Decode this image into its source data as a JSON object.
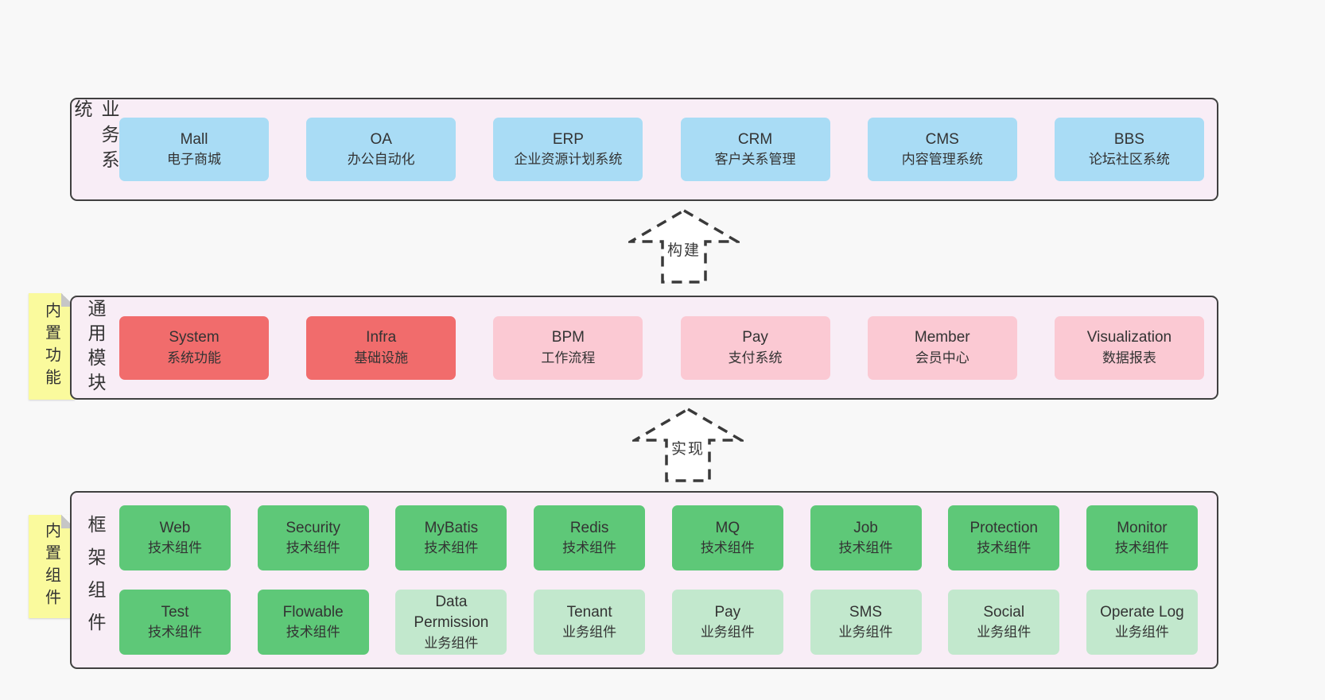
{
  "diagram": {
    "layers": [
      {
        "side_label": "业务系统",
        "boxes": [
          {
            "title": "Mall",
            "subtitle": "电子商城"
          },
          {
            "title": "OA",
            "subtitle": "办公自动化"
          },
          {
            "title": "ERP",
            "subtitle": "企业资源计划系统"
          },
          {
            "title": "CRM",
            "subtitle": "客户关系管理"
          },
          {
            "title": "CMS",
            "subtitle": "内容管理系统"
          },
          {
            "title": "BBS",
            "subtitle": "论坛社区系统"
          }
        ]
      },
      {
        "side_label": "通用模块",
        "sticky_note": "内置功能",
        "boxes": [
          {
            "title": "System",
            "subtitle": "系统功能"
          },
          {
            "title": "Infra",
            "subtitle": "基础设施"
          },
          {
            "title": "BPM",
            "subtitle": "工作流程"
          },
          {
            "title": "Pay",
            "subtitle": "支付系统"
          },
          {
            "title": "Member",
            "subtitle": "会员中心"
          },
          {
            "title": "Visualization",
            "subtitle": "数据报表"
          }
        ]
      },
      {
        "side_label": "框架组件",
        "sticky_note": "内置组件",
        "rows": [
          [
            {
              "title": "Web",
              "subtitle": "技术组件"
            },
            {
              "title": "Security",
              "subtitle": "技术组件"
            },
            {
              "title": "MyBatis",
              "subtitle": "技术组件"
            },
            {
              "title": "Redis",
              "subtitle": "技术组件"
            },
            {
              "title": "MQ",
              "subtitle": "技术组件"
            },
            {
              "title": "Job",
              "subtitle": "技术组件"
            },
            {
              "title": "Protection",
              "subtitle": "技术组件"
            },
            {
              "title": "Monitor",
              "subtitle": "技术组件"
            }
          ],
          [
            {
              "title": "Test",
              "subtitle": "技术组件"
            },
            {
              "title": "Flowable",
              "subtitle": "技术组件"
            },
            {
              "title": "Data Permission",
              "subtitle": "业务组件"
            },
            {
              "title": "Tenant",
              "subtitle": "业务组件"
            },
            {
              "title": "Pay",
              "subtitle": "业务组件"
            },
            {
              "title": "SMS",
              "subtitle": "业务组件"
            },
            {
              "title": "Social",
              "subtitle": "业务组件"
            },
            {
              "title": "Operate Log",
              "subtitle": "业务组件"
            }
          ]
        ]
      }
    ],
    "arrows": [
      {
        "label": "构建"
      },
      {
        "label": "实现"
      }
    ]
  },
  "colors": {
    "page_bg": "#f8f8f8",
    "layer_bg": "#f8edf6",
    "layer_border": "#404040",
    "business_blue": "#a9dcf5",
    "module_red": "#f16c6c",
    "module_pink": "#fbc9d3",
    "tech_green": "#5ec878",
    "biz_green": "#c2e8cd",
    "note_yellow": "#fafa9d",
    "text": "#333333"
  }
}
